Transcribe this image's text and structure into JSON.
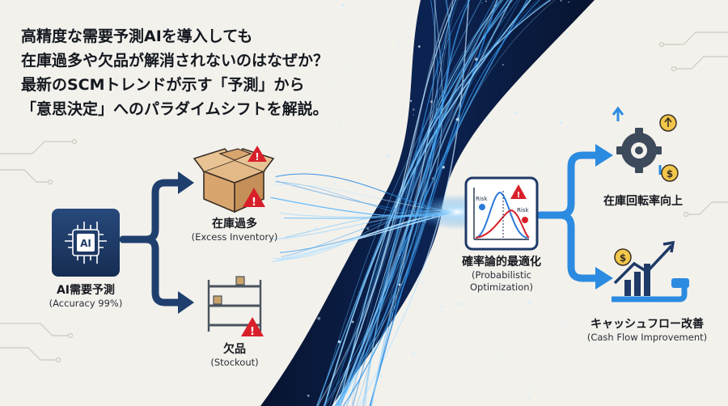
{
  "headline": {
    "line1": "高精度な需要予測AIを導入しても",
    "line2": "在庫過多や欠品が解消されないのはなぜか？",
    "line3": "最新のSCMトレンドが示す「予測」から",
    "line4": "「意思決定」へのパラダイムシフトを解説。"
  },
  "ai_node": {
    "badge": "AI",
    "title": "AI需要予測",
    "subtitle": "(Accuracy 99%)"
  },
  "excess_node": {
    "title": "在庫過多",
    "subtitle": "(Excess Inventory)"
  },
  "stockout_node": {
    "title": "欠品",
    "subtitle": "(Stockout)"
  },
  "optimization_node": {
    "title": "確率論的最適化",
    "subtitle_line1": "(Probabilistic",
    "subtitle_line2": "Optimization)",
    "risk_left": "Risk",
    "risk_right": "Risk"
  },
  "turnover_node": {
    "title": "在庫回転率向上"
  },
  "cashflow_node": {
    "title": "キャッシュフロー改善",
    "subtitle": "(Cash Flow Improvement)"
  },
  "colors": {
    "background": "#f3f1ec",
    "navy_band": "#0a1a3c",
    "arrow_navy": "#1f3f6e",
    "arrow_light": "#2b8be0",
    "icon_tile": "#1e3a66",
    "warning": "#d8202a",
    "glow": "#58b8ff"
  }
}
